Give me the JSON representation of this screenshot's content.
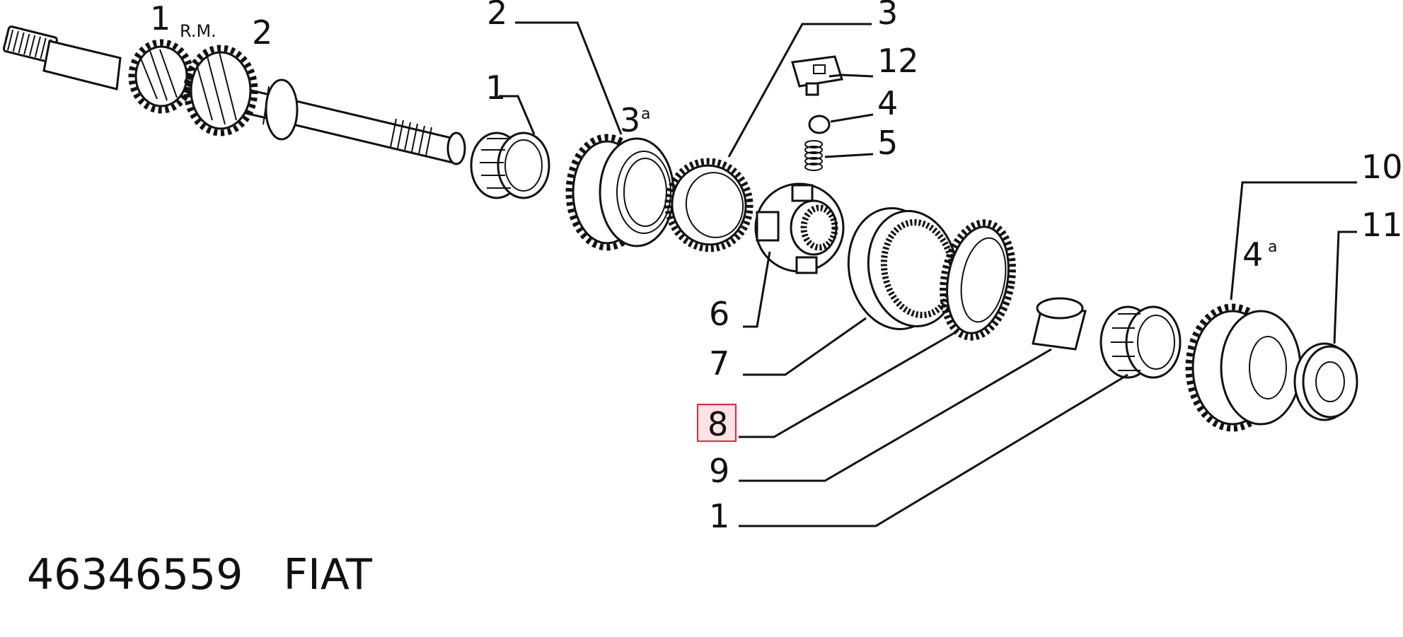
{
  "labels": {
    "shaft_1": "1",
    "shaft_rm": "R.M.",
    "shaft_2": "2",
    "l1_top": "1",
    "l2": "2",
    "l3a": "3",
    "l3a_sup": "a",
    "l3": "3",
    "l12": "12",
    "l4": "4",
    "l5": "5",
    "l10": "10",
    "l4a": "4",
    "l4a_sup": "a",
    "l11": "11",
    "l6": "6",
    "l7": "7",
    "l8": "8",
    "l9": "9",
    "l1_bottom": "1"
  },
  "highlight": {
    "label": "8",
    "color": "#e02a3a"
  },
  "footer": {
    "part_number": "46346559",
    "brand": "FIAT"
  }
}
